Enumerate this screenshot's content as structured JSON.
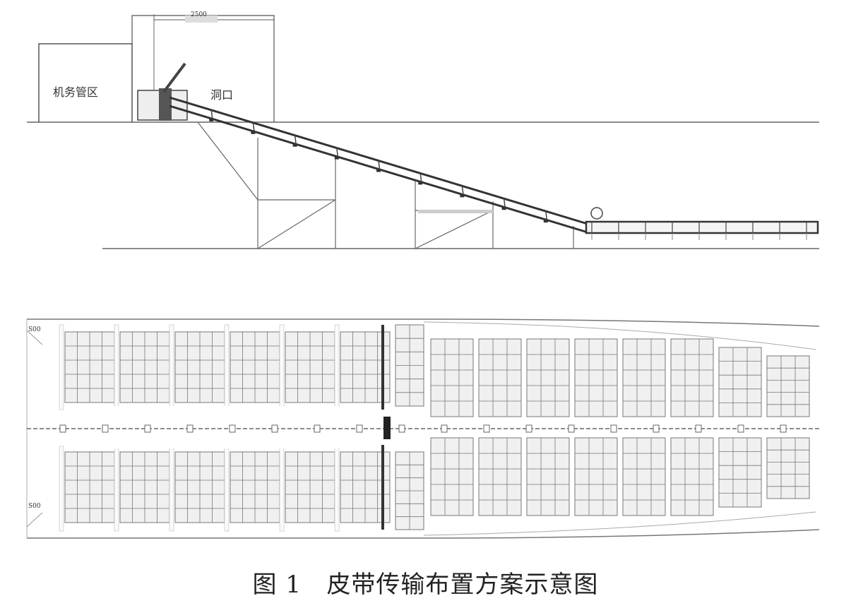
{
  "elevation": {
    "dimension_label": "2500",
    "building_label": "机务管区",
    "opening_label": "洞口",
    "belt_segments": 10,
    "flat_segments": 8,
    "color_line": "#555555",
    "color_belt": "#333333"
  },
  "plan": {
    "stack_label_left_top": "S00",
    "stack_label_left_bottom": "S00",
    "aft_blocks": 6,
    "fore_blocks": 8,
    "color_grid": "#777777",
    "color_fill": "#f0f0f0"
  },
  "caption": {
    "figure_number": "图 1",
    "title": "皮带传输布置方案示意图"
  }
}
